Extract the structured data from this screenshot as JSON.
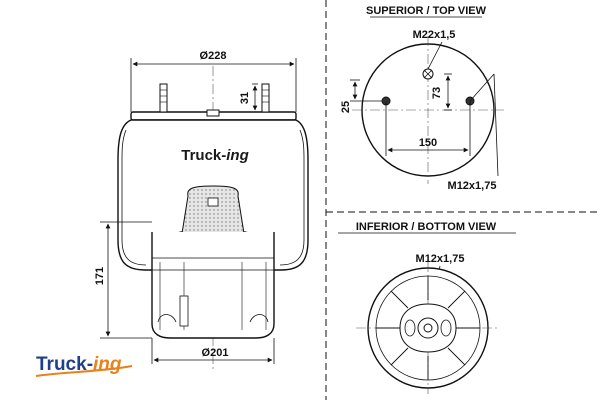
{
  "brand": {
    "name_a": "Truck-",
    "name_b": "ing",
    "color_dark": "#1a1a1a",
    "color_blue": "#1f3f8a",
    "color_orange": "#e8821c"
  },
  "side_view": {
    "top_width": "Ø228",
    "bottom_width": "Ø201",
    "stud_height": "31",
    "body_height": "171",
    "label_a": "Truck-",
    "label_b": "ing"
  },
  "top_view": {
    "heading": "SUPERIOR / TOP VIEW",
    "center_thread": "M22x1,5",
    "offset_left": "25",
    "offset_right": "73",
    "stud_spacing": "150",
    "stud_thread": "M12x1,75"
  },
  "bottom_view": {
    "heading": "INFERIOR / BOTTOM VIEW",
    "center_thread": "M12x1,75"
  }
}
